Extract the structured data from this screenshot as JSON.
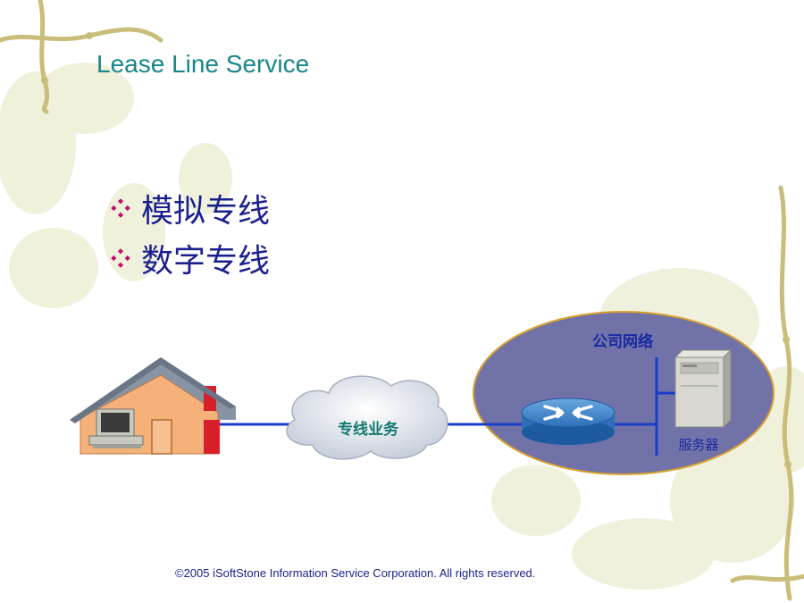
{
  "slide": {
    "title": "Lease Line Service",
    "bullets": [
      "模拟专线",
      "数字专线"
    ],
    "footer": "©2005 iSoftStone Information Service Corporation.  All rights reserved."
  },
  "diagram": {
    "cloud_label": "专线业务",
    "network_label": "公司网络",
    "server_label": "服务器"
  },
  "colors": {
    "title": "#17868a",
    "bullet_text": "#1a1f8e",
    "bullet_marker": "#c0106a",
    "network_ellipse": "#7173a8",
    "link": "#1a3cc8"
  },
  "icons": [
    "house-icon",
    "computer-icon",
    "cloud-icon",
    "router-icon",
    "server-icon",
    "bullet-diamond-icon"
  ]
}
